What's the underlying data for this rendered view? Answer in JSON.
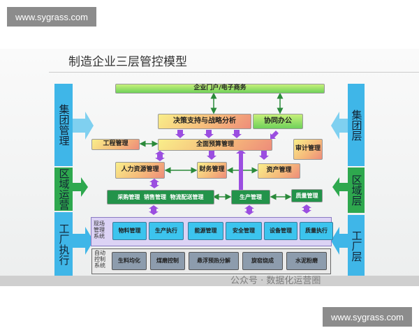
{
  "watermarks": {
    "top": "www.sygrass.com",
    "bottom": "www.sygrass.com",
    "overlay": "公众号 · 数据化运营圈"
  },
  "title": "制造企业三层管控模型",
  "left_labels": [
    "集团管理",
    "区域运营",
    "工厂执行"
  ],
  "right_labels": [
    "集团层",
    "区域层",
    "工厂层"
  ],
  "group_level": {
    "portal": "企业门户/电子商务",
    "decision": "决策支持与战略分析",
    "collab": "协同办公",
    "engineering": "工程管理",
    "budget": "全面预算管理",
    "audit": "审计管理",
    "hr": "人力资源管理",
    "finance": "财务管理",
    "assets": "资产管理"
  },
  "region_level": {
    "supply": "采购管理  销售管理  物流配送管理",
    "production": "生产管理",
    "quality": "质量管理"
  },
  "mes": {
    "label": "现场管理系统",
    "items": [
      "物料管理",
      "生产执行",
      "能源管理",
      "安全管理",
      "设备管理",
      "质量执行"
    ]
  },
  "automation": {
    "label": "自动控制系统",
    "items": [
      "生料均化",
      "煤磨控制",
      "悬浮预热分解",
      "旋窑烧成",
      "水泥粉磨"
    ]
  },
  "colors": {
    "blue": "#3fb6e8",
    "green": "#2ea84e",
    "purple": "#9b4ee0",
    "arrow_green": "#2a8a3a"
  }
}
